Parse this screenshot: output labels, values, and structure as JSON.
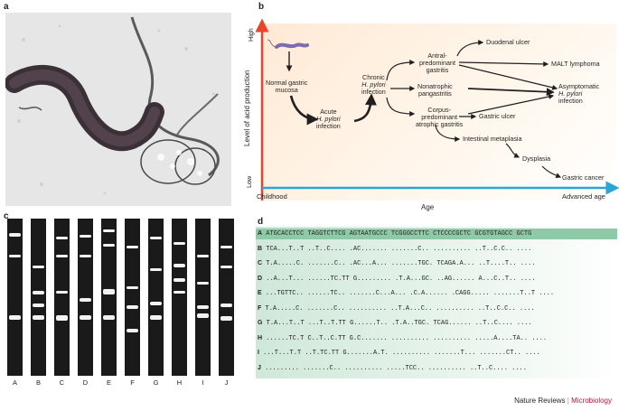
{
  "panels": {
    "a": {
      "label": "a"
    },
    "b": {
      "label": "b",
      "y_axis": {
        "label": "Level of acid production",
        "high": "High",
        "low": "Low"
      },
      "x_axis": {
        "label": "Age",
        "start": "Childhood",
        "end": "Advanced age"
      },
      "nodes": {
        "normal": [
          "Normal gastric",
          "mucosa"
        ],
        "acute": [
          "Acute",
          "H. pylori",
          "infection"
        ],
        "chronic": [
          "Chronic",
          "H. pylori",
          "infection"
        ],
        "antral": [
          "Antral-",
          "predominant",
          "gastritis"
        ],
        "nonatrophic": [
          "Nonatrophic",
          "pangastritis"
        ],
        "corpus": [
          "Corpus-",
          "predominant",
          "atrophic gastritis"
        ],
        "duodenal": "Duodenal ulcer",
        "malt": "MALT lymphoma",
        "asymptomatic": [
          "Asymptomatic",
          "H. pylori",
          "infection"
        ],
        "gastric_ulcer": "Gastric ulcer",
        "metaplasia": "Intestinal metaplasia",
        "dysplasia": "Dysplasia",
        "cancer": "Gastric cancer"
      },
      "colors": {
        "acid_arrow": "#e8452c",
        "age_arrow": "#2aa6d6",
        "background": "#ffe9d6"
      }
    },
    "c": {
      "label": "c",
      "lanes": [
        "A",
        "B",
        "C",
        "D",
        "E",
        "F",
        "G",
        "H",
        "I",
        "J"
      ]
    },
    "d": {
      "label": "d",
      "rows": [
        {
          "id": "A",
          "seq": "ATGCACCTCC TAGGTCTTCG AGTAATGCCC TCGGGCCTTC CTCCCCGCTC GCGTGTAGCC GCTG"
        },
        {
          "id": "B",
          "seq": "TCA...T..T ..T..C.... .AC....... .......C.. .......... ..T..C.C.. ...."
        },
        {
          "id": "C",
          "seq": "T.A.....C. .......C.. .AC...A... .......TGC. TCAGA.A... ..T....T.. ...."
        },
        {
          "id": "D",
          "seq": "..A...T... ......TC.TT G......... .T.A...GC. ..AG...... A...C..T.. ...."
        },
        {
          "id": "E",
          "seq": "...TGTTC.. ......TC.. .......C...A... .C.A...... .CAGG..... .......T..T ...."
        },
        {
          "id": "F",
          "seq": "T.A.....C. .......C.. .......... ..T.A...C.. .......... ..T..C.C.. ...."
        },
        {
          "id": "G",
          "seq": "T.A...T..T ...T..T.TT G......T.. .T.A..TGC. TCAG...... ..T..C.... ...."
        },
        {
          "id": "H",
          "seq": "......TC.T C..T..C.TT G.C....... .......... .......... .....A....TA.. ...."
        },
        {
          "id": "I",
          "seq": "...T...T.T ..T.TC.TT G.......A.T. .......... .......T... .......CT.. ...."
        },
        {
          "id": "J",
          "seq": "......... .......C.. .......... .....TCC.. .......... ..T..C.... ...."
        }
      ],
      "highlight_color": "#8fcaa8"
    }
  },
  "footer": {
    "brand": "Nature Reviews",
    "separator": "|",
    "journal": "Microbiology"
  }
}
